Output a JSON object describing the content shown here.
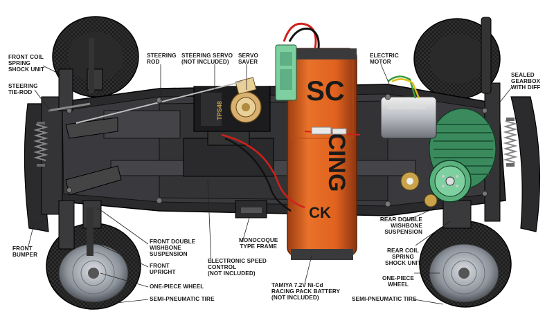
{
  "labels": {
    "front_coil_spring_shock_unit": "FRONT COIL\nSPRING\nSHOCK UNIT",
    "steering_tie_rod": "STEERING\nTIE-ROD",
    "steering_rod": "STEERING\nROD",
    "steering_servo": "STEERING SERVO\n(NOT INCLUDED)",
    "servo_saver": "SERVO\nSAVER",
    "electric_motor": "ELECTRIC\nMOTOR",
    "sealed_gearbox": "SEALED\nGEARBOX\nWITH DIFF",
    "front_bumper": "FRONT\nBUMPER",
    "front_double_wishbone": "FRONT DOUBLE\nWISHBONE\nSUSPENSION",
    "front_upright": "FRONT\nUPRIGHT",
    "one_piece_wheel_front": "ONE-PIECE WHEEL",
    "semi_pneumatic_tire_front": "SEMI-PNEUMATIC TIRE",
    "electronic_speed_control": "ELECTRONIC SPEED\nCONTROL\n(NOT INCLUDED)",
    "monocoque_type_frame": "MONOCOQUE\nTYPE FRAME",
    "battery_pack": "TAMIYA 7.2V Ni-Cd\nRACING PACK BATTERY\n(NOT INCLUDED)",
    "rear_double_wishbone": "REAR DOUBLE\nWISHBONE\nSUSPENSION",
    "rear_coil_spring_shock_unit": "REAR COIL\nSPRING\nSHOCK UNIT",
    "one_piece_wheel_rear": "ONE-PIECE\nWHEEL",
    "semi_pneumatic_tire_rear": "SEMI-PNEUMATIC TIRE"
  },
  "battery_print": {
    "top": "SC",
    "mid": "CING",
    "low": "CK"
  },
  "servo_print": "TPS48",
  "colors": {
    "chassis": "#2a2a2c",
    "chassis_light": "#4a4a4e",
    "battery": "#e0621e",
    "battery_dark": "#8a3510",
    "gear_green": "#4a9a6a",
    "tire": "#1c1c1c",
    "wheel": "#9aa0a8",
    "wire_red": "#d0201c",
    "wire_black": "#111111",
    "connector": "#7ed0a0",
    "servo_saver": "#d8b070",
    "brass": "#c9a24a"
  }
}
